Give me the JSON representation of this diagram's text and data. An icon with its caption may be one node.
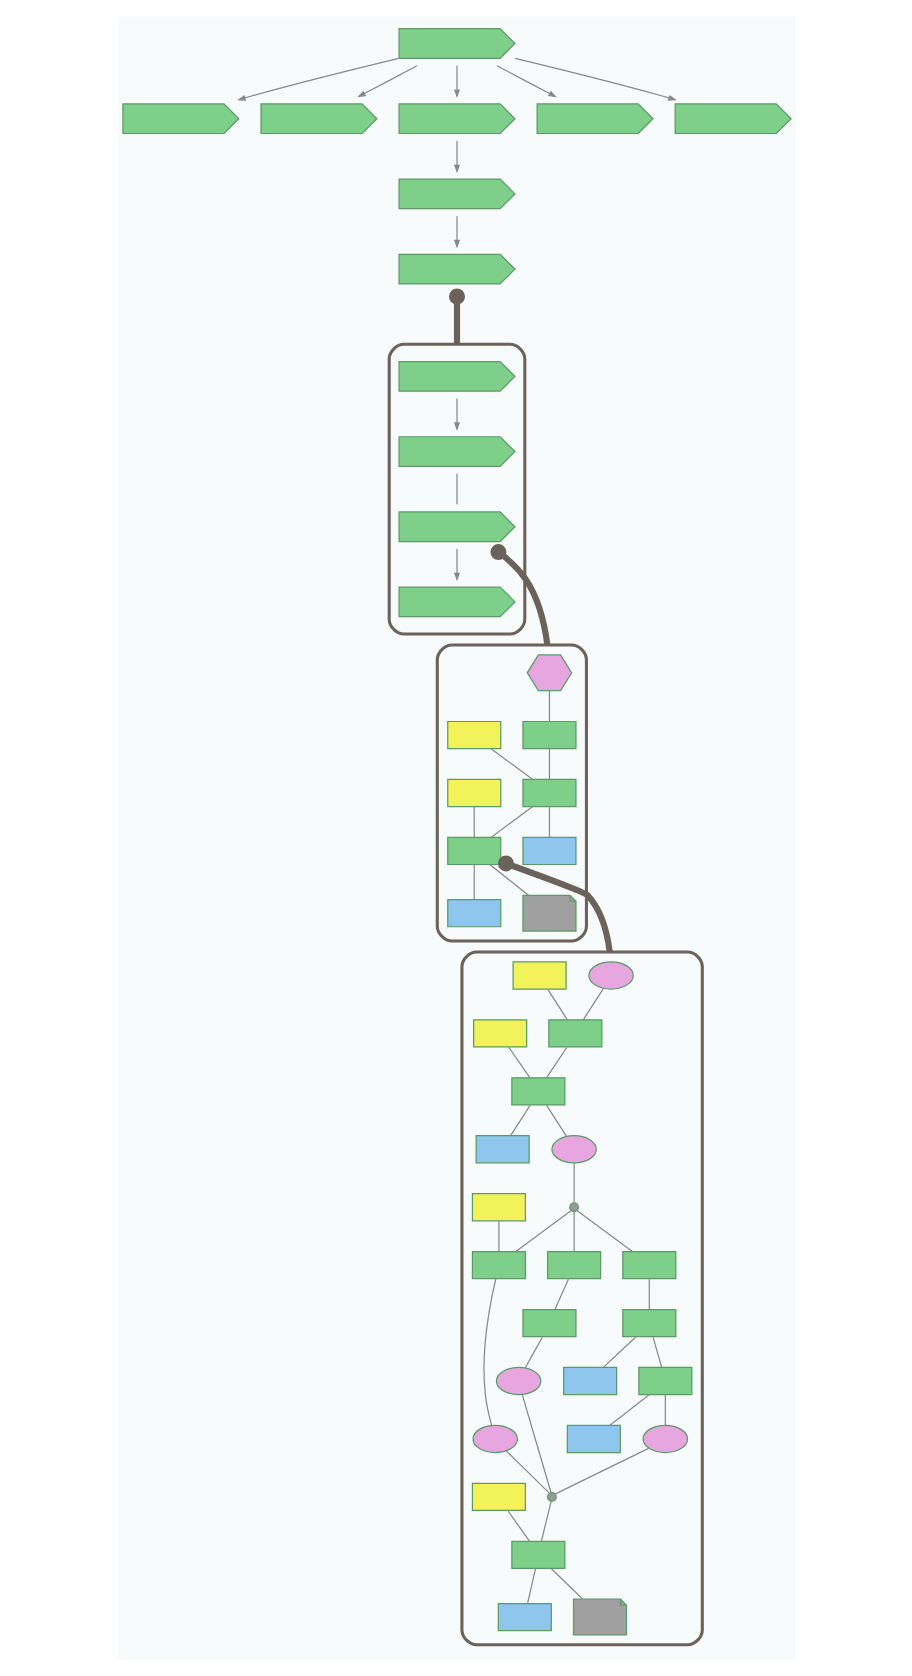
{
  "diagram": {
    "nodes": [
      {
        "text": [],
        "shape": "chevron"
      },
      {
        "text": [],
        "shape": "chevron"
      },
      {
        "text": [],
        "shape": "chevron"
      },
      {
        "text": [],
        "shape": "chevron"
      },
      {
        "text": [],
        "shape": "chevron"
      },
      {
        "text": [],
        "shape": "chevron"
      },
      {
        "text": [],
        "shape": "chevron"
      },
      {
        "text": [],
        "shape": "chevron"
      },
      {
        "text": [],
        "shape": "ellipse"
      },
      {
        "text": [],
        "shape": "chevron",
        "in": 8
      },
      {
        "text": [],
        "shape": "chevron",
        "in": 8
      },
      {
        "text": [],
        "shape": "chevron",
        "in": 8
      },
      {
        "text": [],
        "shape": "chevron",
        "in": 8
      },
      {
        "text": [],
        "shape": "ellipse"
      },
      {
        "text": [],
        "shape": "hexagon",
        "in": 13
      },
      {
        "text": [],
        "shape": "box",
        "in": 13
      },
      {
        "text": [],
        "shape": "box",
        "in": 13
      },
      {
        "text": [],
        "shape": "box",
        "in": 13
      },
      {
        "text": [],
        "shape": "box",
        "in": 13
      },
      {
        "text": [],
        "shape": "box",
        "in": 13
      },
      {
        "text": [],
        "shape": "box",
        "in": 13
      },
      {
        "text": [],
        "shape": "box",
        "in": 13
      },
      {
        "text": [],
        "shape": "document",
        "in": 13
      },
      {
        "text": [],
        "shape": "ellipse"
      },
      {
        "text": [],
        "shape": "ellipse",
        "in": 23
      },
      {
        "text": [],
        "shape": "box",
        "in": 23
      },
      {
        "text": [],
        "shape": "box",
        "in": 23
      },
      {
        "text": [],
        "shape": "box",
        "in": 23
      },
      {
        "text": [],
        "shape": "box",
        "in": 23
      },
      {
        "text": [],
        "shape": "box",
        "in": 23
      },
      {
        "text": [],
        "shape": "ellipse",
        "in": 23
      },
      {
        "text": [],
        "shape": "circle",
        "in": 23
      },
      {
        "text": [],
        "shape": "box",
        "in": 23
      },
      {
        "text": [],
        "shape": "box",
        "in": 23
      },
      {
        "text": [],
        "shape": "box",
        "in": 23
      },
      {
        "text": [],
        "shape": "box",
        "in": 23
      },
      {
        "text": [],
        "shape": "box",
        "in": 23
      },
      {
        "text": [],
        "shape": "box",
        "in": 23
      },
      {
        "text": [],
        "shape": "box",
        "in": 23
      },
      {
        "text": [],
        "shape": "box",
        "in": 23
      },
      {
        "text": [],
        "shape": "box",
        "in": 23
      },
      {
        "text": [],
        "shape": "ellipse",
        "in": 23
      },
      {
        "text": [],
        "shape": "ellipse",
        "in": 23
      },
      {
        "text": [],
        "shape": "ellipse",
        "in": 23
      },
      {
        "text": [],
        "shape": "circle",
        "in": 23
      },
      {
        "text": [],
        "shape": "box",
        "in": 23
      },
      {
        "text": [],
        "shape": "box",
        "in": 23
      },
      {
        "text": [],
        "shape": "box",
        "in": 23
      },
      {
        "text": [],
        "shape": "document",
        "in": 23
      }
    ],
    "edges": [
      {
        "from": 0,
        "to": 1,
        "arrow": "to"
      },
      {
        "from": 0,
        "to": 2,
        "arrow": "to"
      },
      {
        "from": 0,
        "to": 3,
        "arrow": "to"
      },
      {
        "from": 0,
        "to": 4,
        "arrow": "to"
      },
      {
        "from": 0,
        "to": 5,
        "arrow": "to"
      },
      {
        "from": 3,
        "to": 6,
        "arrow": "to"
      },
      {
        "from": 6,
        "to": 7,
        "arrow": "to"
      },
      {
        "from": 7,
        "to": 8,
        "arrow": "other",
        "style": "thick",
        "color": "#6b625c"
      },
      {
        "from": 9,
        "to": 10,
        "arrow": "to"
      },
      {
        "from": 10,
        "to": 11,
        "arrow": "none"
      },
      {
        "from": 11,
        "to": 12,
        "arrow": "to"
      },
      {
        "from": 11,
        "to": 13,
        "arrow": "other",
        "style": "thick",
        "color": "#6b625c"
      },
      {
        "from": 14,
        "to": 15,
        "arrow": "none"
      },
      {
        "from": 15,
        "to": 17,
        "arrow": "none"
      },
      {
        "from": 16,
        "to": 17,
        "arrow": "none"
      },
      {
        "from": 17,
        "to": 18,
        "arrow": "none"
      },
      {
        "from": 17,
        "to": 20,
        "arrow": "none"
      },
      {
        "from": 19,
        "to": 20,
        "arrow": "none"
      },
      {
        "from": 20,
        "to": 21,
        "arrow": "none"
      },
      {
        "from": 20,
        "to": 22,
        "arrow": "none"
      },
      {
        "from": 20,
        "to": 23,
        "arrow": "other",
        "style": "thick",
        "color": "#6b625c"
      },
      {
        "from": 24,
        "to": 26,
        "arrow": "none"
      },
      {
        "from": 25,
        "to": 26,
        "arrow": "none"
      },
      {
        "from": 26,
        "to": 28,
        "arrow": "none"
      },
      {
        "from": 27,
        "to": 28,
        "arrow": "none"
      },
      {
        "from": 28,
        "to": 29,
        "arrow": "none"
      },
      {
        "from": 28,
        "to": 30,
        "arrow": "none"
      },
      {
        "from": 30,
        "to": 31,
        "arrow": "none"
      },
      {
        "from": 31,
        "to": 33,
        "arrow": "none"
      },
      {
        "from": 31,
        "to": 34,
        "arrow": "none"
      },
      {
        "from": 31,
        "to": 36,
        "arrow": "none"
      },
      {
        "from": 32,
        "to": 33,
        "arrow": "none"
      },
      {
        "from": 34,
        "to": 35,
        "arrow": "none"
      },
      {
        "from": 36,
        "to": 37,
        "arrow": "none"
      },
      {
        "from": 37,
        "to": 38,
        "arrow": "none"
      },
      {
        "from": 37,
        "to": 39,
        "arrow": "none"
      },
      {
        "from": 39,
        "to": 40,
        "arrow": "none"
      },
      {
        "from": 33,
        "to": 41,
        "arrow": "none"
      },
      {
        "from": 35,
        "to": 42,
        "arrow": "none"
      },
      {
        "from": 39,
        "to": 43,
        "arrow": "none"
      },
      {
        "from": 41,
        "to": 44,
        "arrow": "none"
      },
      {
        "from": 42,
        "to": 44,
        "arrow": "none"
      },
      {
        "from": 43,
        "to": 44,
        "arrow": "none"
      },
      {
        "from": 44,
        "to": 46,
        "arrow": "none"
      },
      {
        "from": 45,
        "to": 46,
        "arrow": "none"
      },
      {
        "from": 46,
        "to": 47,
        "arrow": "none"
      },
      {
        "from": 46,
        "to": 48,
        "arrow": "none"
      }
    ]
  }
}
